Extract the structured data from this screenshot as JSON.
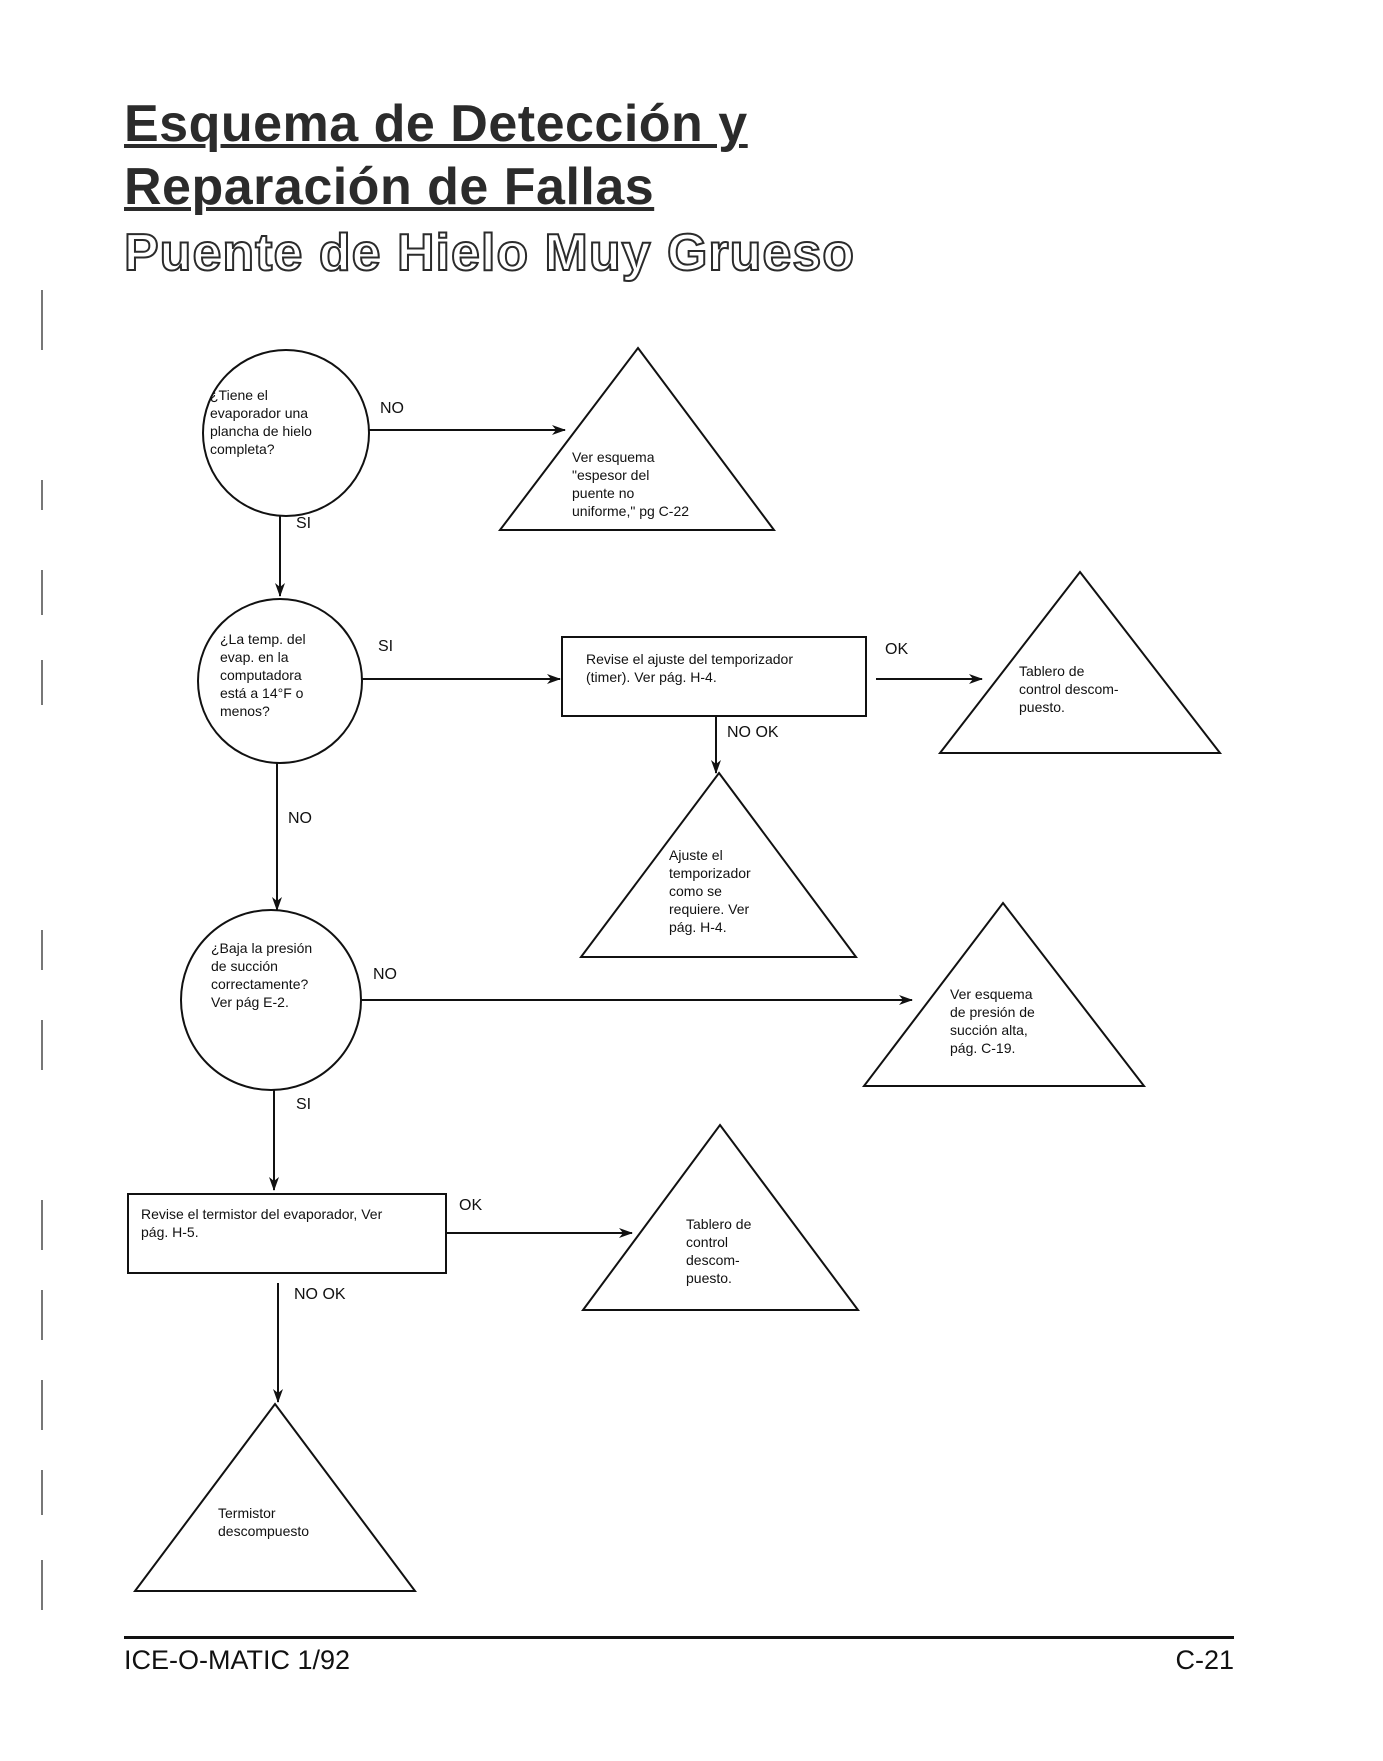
{
  "header": {
    "title_line1": "Esquema de Detección y",
    "title_line2": "Reparación de Fallas",
    "subtitle": "Puente de Hielo Muy Grueso"
  },
  "nodes": {
    "q_plancha": [
      "¿Tiene el",
      "evaporador una",
      "plancha de hielo",
      "completa?"
    ],
    "r_espesor": [
      "Ver esquema",
      "\"espesor del",
      "puente no",
      "uniforme,\"  pg C-22"
    ],
    "q_temp": [
      "¿La temp. del",
      "evap. en la",
      "computadora",
      "está a 14°F o",
      "menos?"
    ],
    "p_temporizador": [
      "Revise el ajuste del temporizador",
      "(timer).  Ver pág.  H-4."
    ],
    "r_tablero1": [
      "Tablero de",
      "control descom-",
      "puesto."
    ],
    "r_ajuste": [
      "Ajuste el",
      "temporizador",
      "como se",
      "requiere. Ver",
      "pág. H-4."
    ],
    "q_presion": [
      "¿Baja la presión",
      "de succión",
      "correctamente?",
      "Ver pág E-2."
    ],
    "r_presion_alta": [
      "Ver esquema",
      "de presión de",
      "succión alta,",
      "pág.  C-19."
    ],
    "p_termistor": [
      "Revise el termistor del evaporador,  Ver",
      "pág.  H-5."
    ],
    "r_tablero2": [
      "Tablero de",
      "control",
      "descom-",
      "puesto."
    ],
    "r_termistor": [
      "Termistor",
      "descompuesto"
    ]
  },
  "edges": {
    "plancha_no": "NO",
    "plancha_si": "SI",
    "temp_si": "SI",
    "temp_no": "NO",
    "temporizador_ok": "OK",
    "temporizador_nook": "NO OK",
    "presion_no": "NO",
    "presion_si": "SI",
    "termistor_ok": "OK",
    "termistor_nook": "NO OK"
  },
  "footer": {
    "left": "ICE-O-MATIC 1/92",
    "right": "C-21"
  }
}
